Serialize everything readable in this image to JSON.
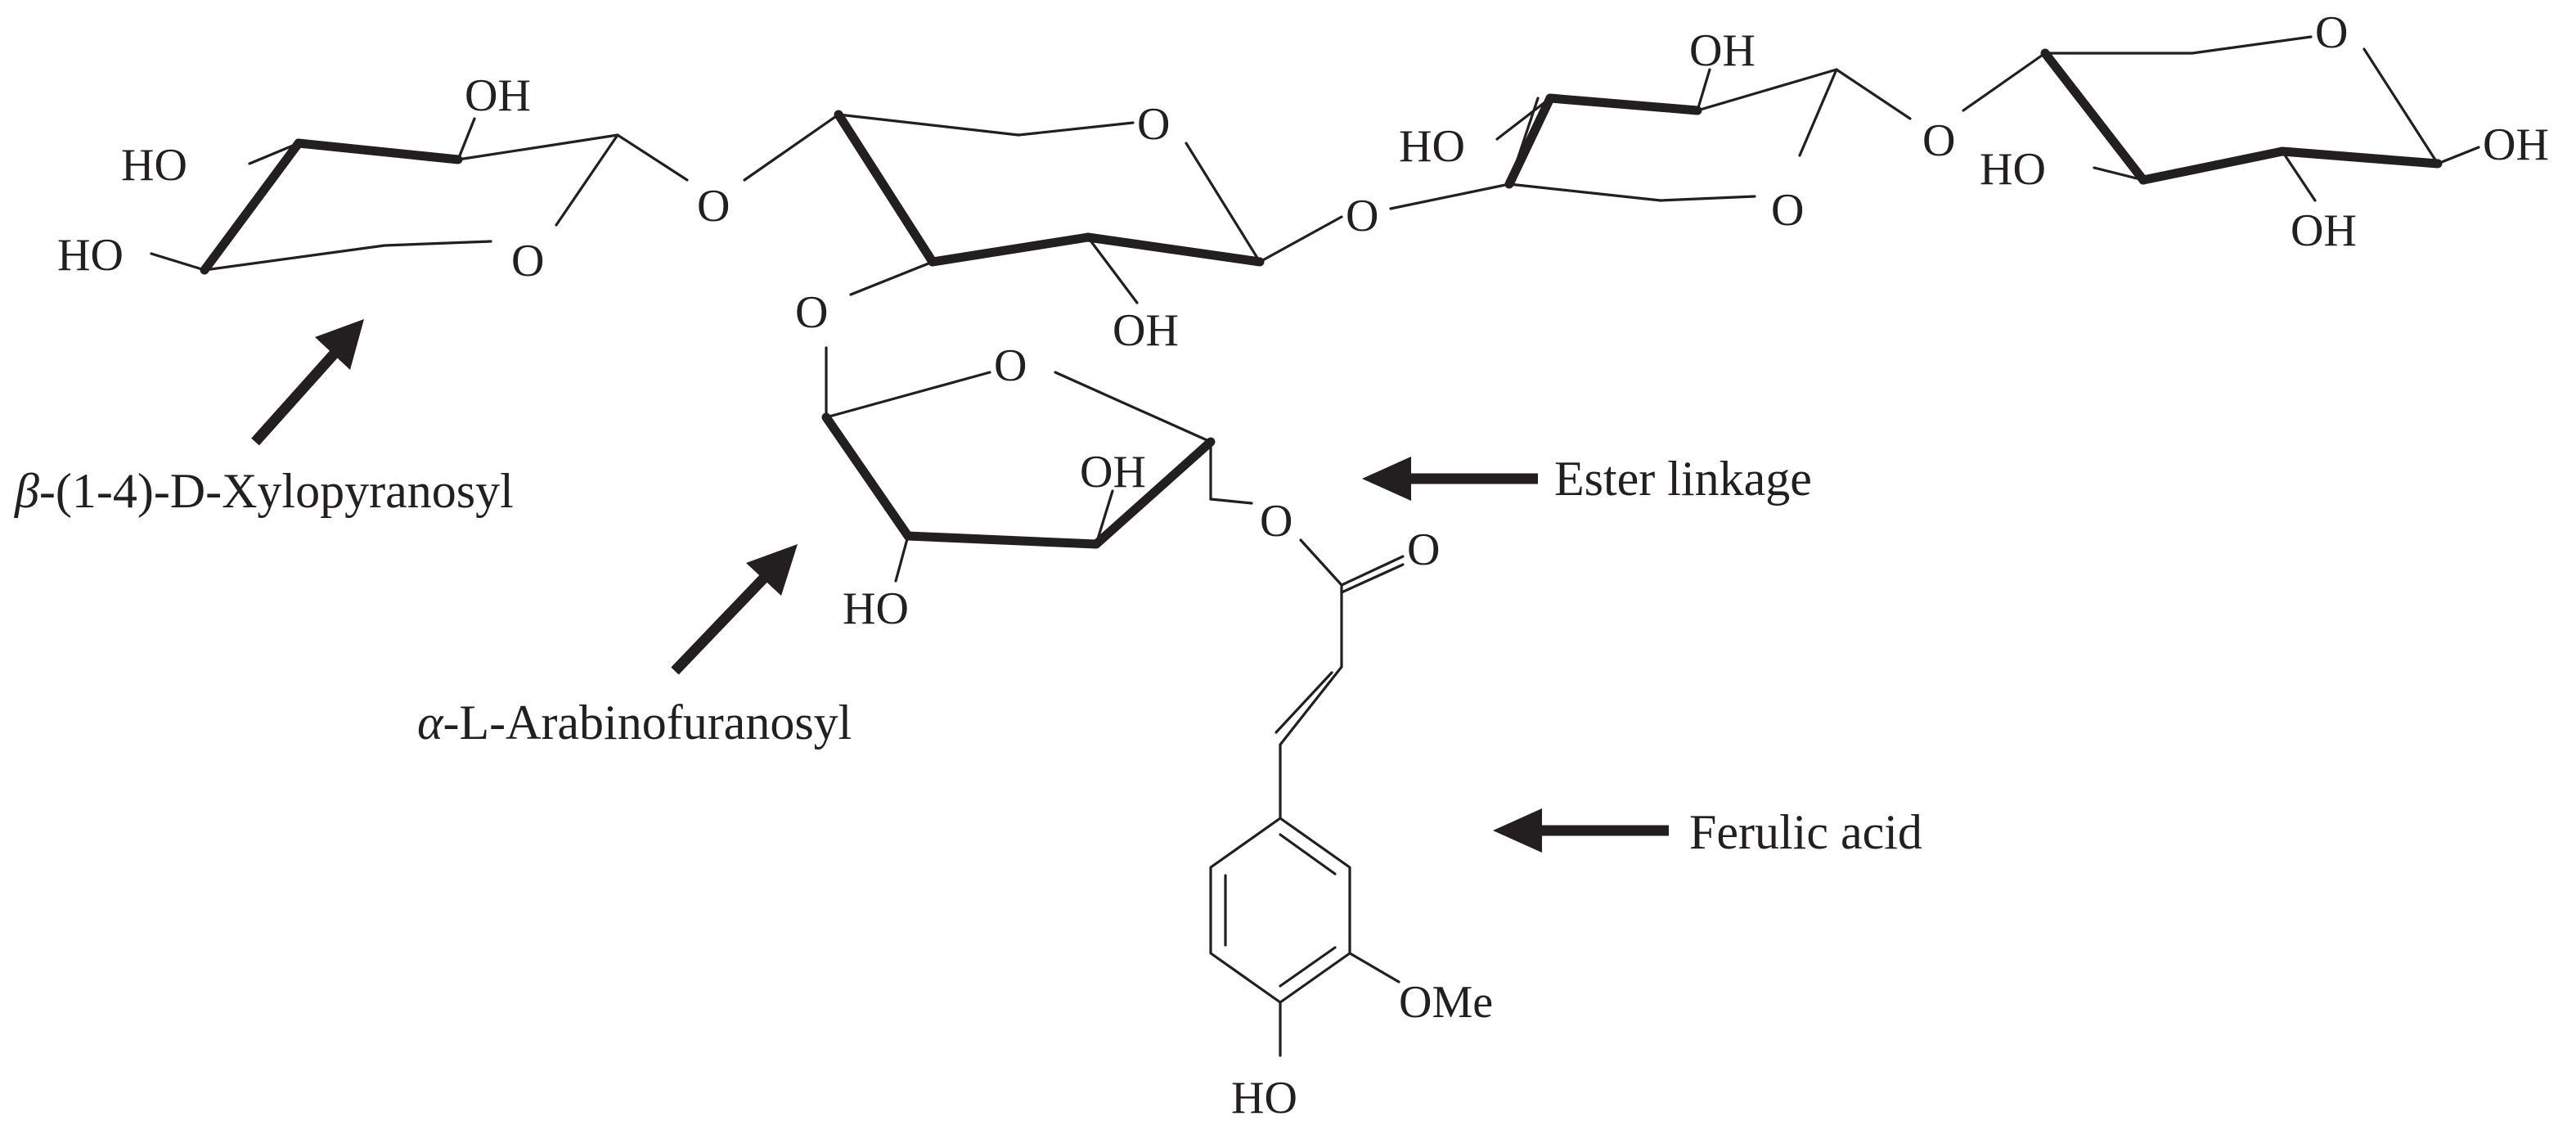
{
  "atoms": {
    "oh": "OH",
    "ho": "HO",
    "o": "O",
    "ome": "OMe"
  },
  "labels": {
    "xylopyranosyl_greek": "β",
    "xylopyranosyl": "-(1-4)-D-Xylopyranosyl",
    "arabinofuranosyl_greek": "α",
    "arabinofuranosyl": "-L-Arabinofuranosyl",
    "ester_linkage": "Ester linkage",
    "ferulic_acid": "Ferulic acid"
  },
  "colors": {
    "ink": "#231f20",
    "background": "#ffffff"
  }
}
